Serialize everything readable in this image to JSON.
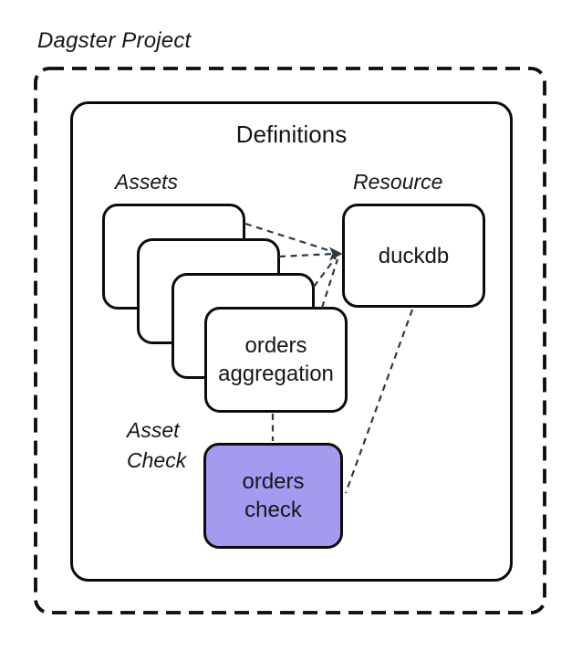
{
  "project": {
    "title": "Dagster Project",
    "definitions": {
      "label": "Definitions",
      "assets": {
        "label": "Assets",
        "stack_count": 4,
        "front_card": "orders aggregation"
      },
      "resource": {
        "label": "Resource",
        "name": "duckdb"
      },
      "asset_check": {
        "label": "Asset Check",
        "name": "orders check"
      }
    },
    "edges": [
      {
        "from": "asset card (back 1)",
        "to": "duckdb"
      },
      {
        "from": "asset card (back 2)",
        "to": "duckdb"
      },
      {
        "from": "asset card (back 3)",
        "to": "duckdb"
      },
      {
        "from": "orders aggregation",
        "to": "duckdb"
      },
      {
        "from": "orders aggregation",
        "to": "orders check"
      },
      {
        "from": "duckdb",
        "to": "orders check"
      }
    ],
    "colors": {
      "asset_check_fill": "#a49af0",
      "connector": "#2e3947",
      "box_border": "#0c0c0c",
      "background": "#ffffff"
    }
  }
}
